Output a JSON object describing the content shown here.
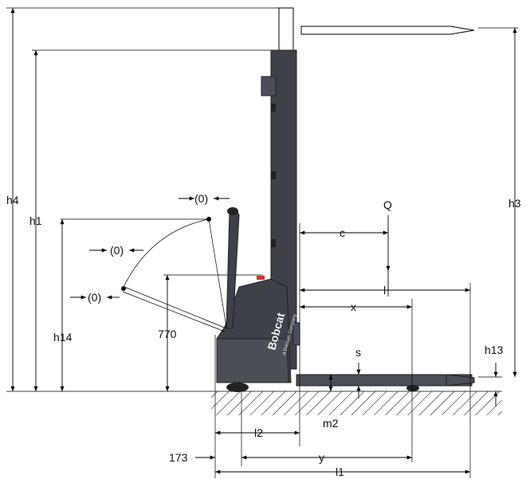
{
  "labels": {
    "h4": "h4",
    "h1": "h1",
    "h14": "h14",
    "h770": "770",
    "h3": "h3",
    "h13": "h13",
    "Q": "Q",
    "c": "c",
    "l": "l",
    "x": "x",
    "s": "s",
    "m2": "m2",
    "l2": "l2",
    "y": "y",
    "l1": "l1",
    "d173": "173",
    "angle_top": "(0)",
    "angle_mid": "(0)",
    "angle_low": "(0)"
  },
  "brand": {
    "name": "Bobcat",
    "tagline": "A Doosan Company"
  },
  "colors": {
    "truck_body": "#3d4148",
    "outline": "#000000"
  }
}
